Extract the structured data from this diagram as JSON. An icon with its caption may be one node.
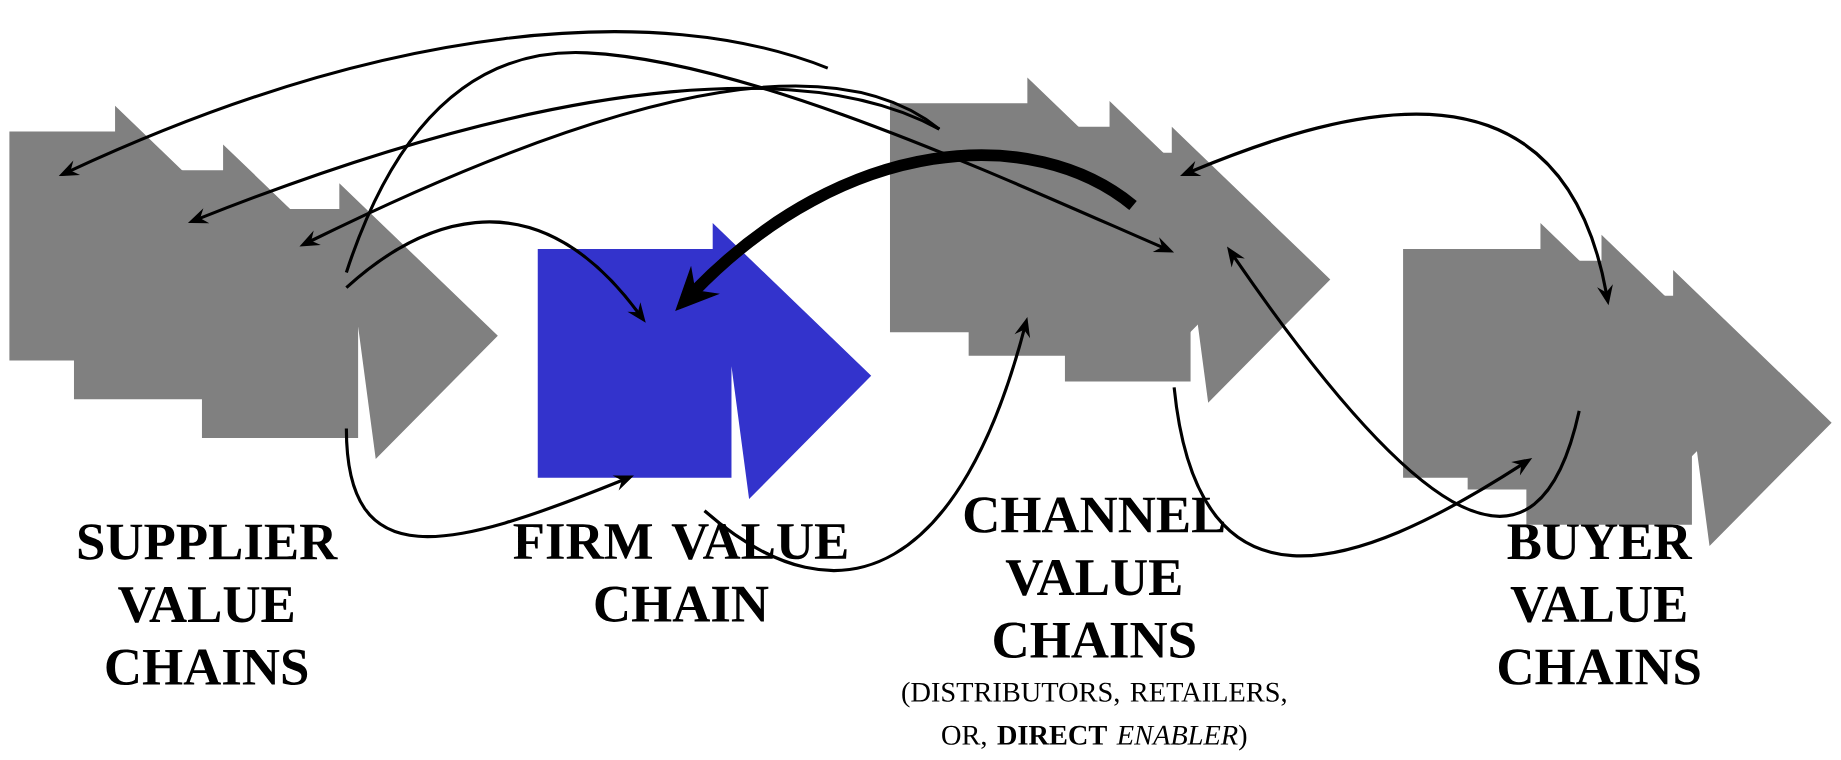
{
  "diagram": {
    "nodes": [
      {
        "text": [],
        "shape": "arrow",
        "beside": [
          "SUPPLIER VALUE CHAINS"
        ]
      },
      {
        "text": [],
        "shape": "arrow",
        "beside": [
          "FIRM VALUE CHAIN"
        ]
      },
      {
        "text": [],
        "shape": "arrow",
        "beside": [
          "CHANNEL VALUE CHAINS",
          "(DISTRIBUTORS, RETAILERS, OR, **DIRECT** *ENABLER*)"
        ]
      },
      {
        "text": [],
        "shape": "arrow",
        "beside": [
          "BUYER VALUE CHAINS"
        ]
      }
    ],
    "edges": [
      {
        "from": 2,
        "to": 0,
        "arrow": "to"
      },
      {
        "from": 2,
        "to": 0,
        "arrow": "to"
      },
      {
        "from": 2,
        "to": 0,
        "arrow": "to"
      },
      {
        "from": 0,
        "to": 2,
        "arrow": "to"
      },
      {
        "from": 0,
        "to": 1,
        "arrow": "to"
      },
      {
        "from": 0,
        "to": 1,
        "arrow": "to"
      },
      {
        "from": 2,
        "to": 1,
        "arrow": "to",
        "style": "thick"
      },
      {
        "from": 1,
        "to": 2,
        "arrow": "to"
      },
      {
        "from": 2,
        "to": 3,
        "arrow": "to"
      },
      {
        "from": 3,
        "to": 2,
        "arrow": "to"
      },
      {
        "from": 2,
        "to": 3,
        "arrow": "both"
      }
    ]
  }
}
